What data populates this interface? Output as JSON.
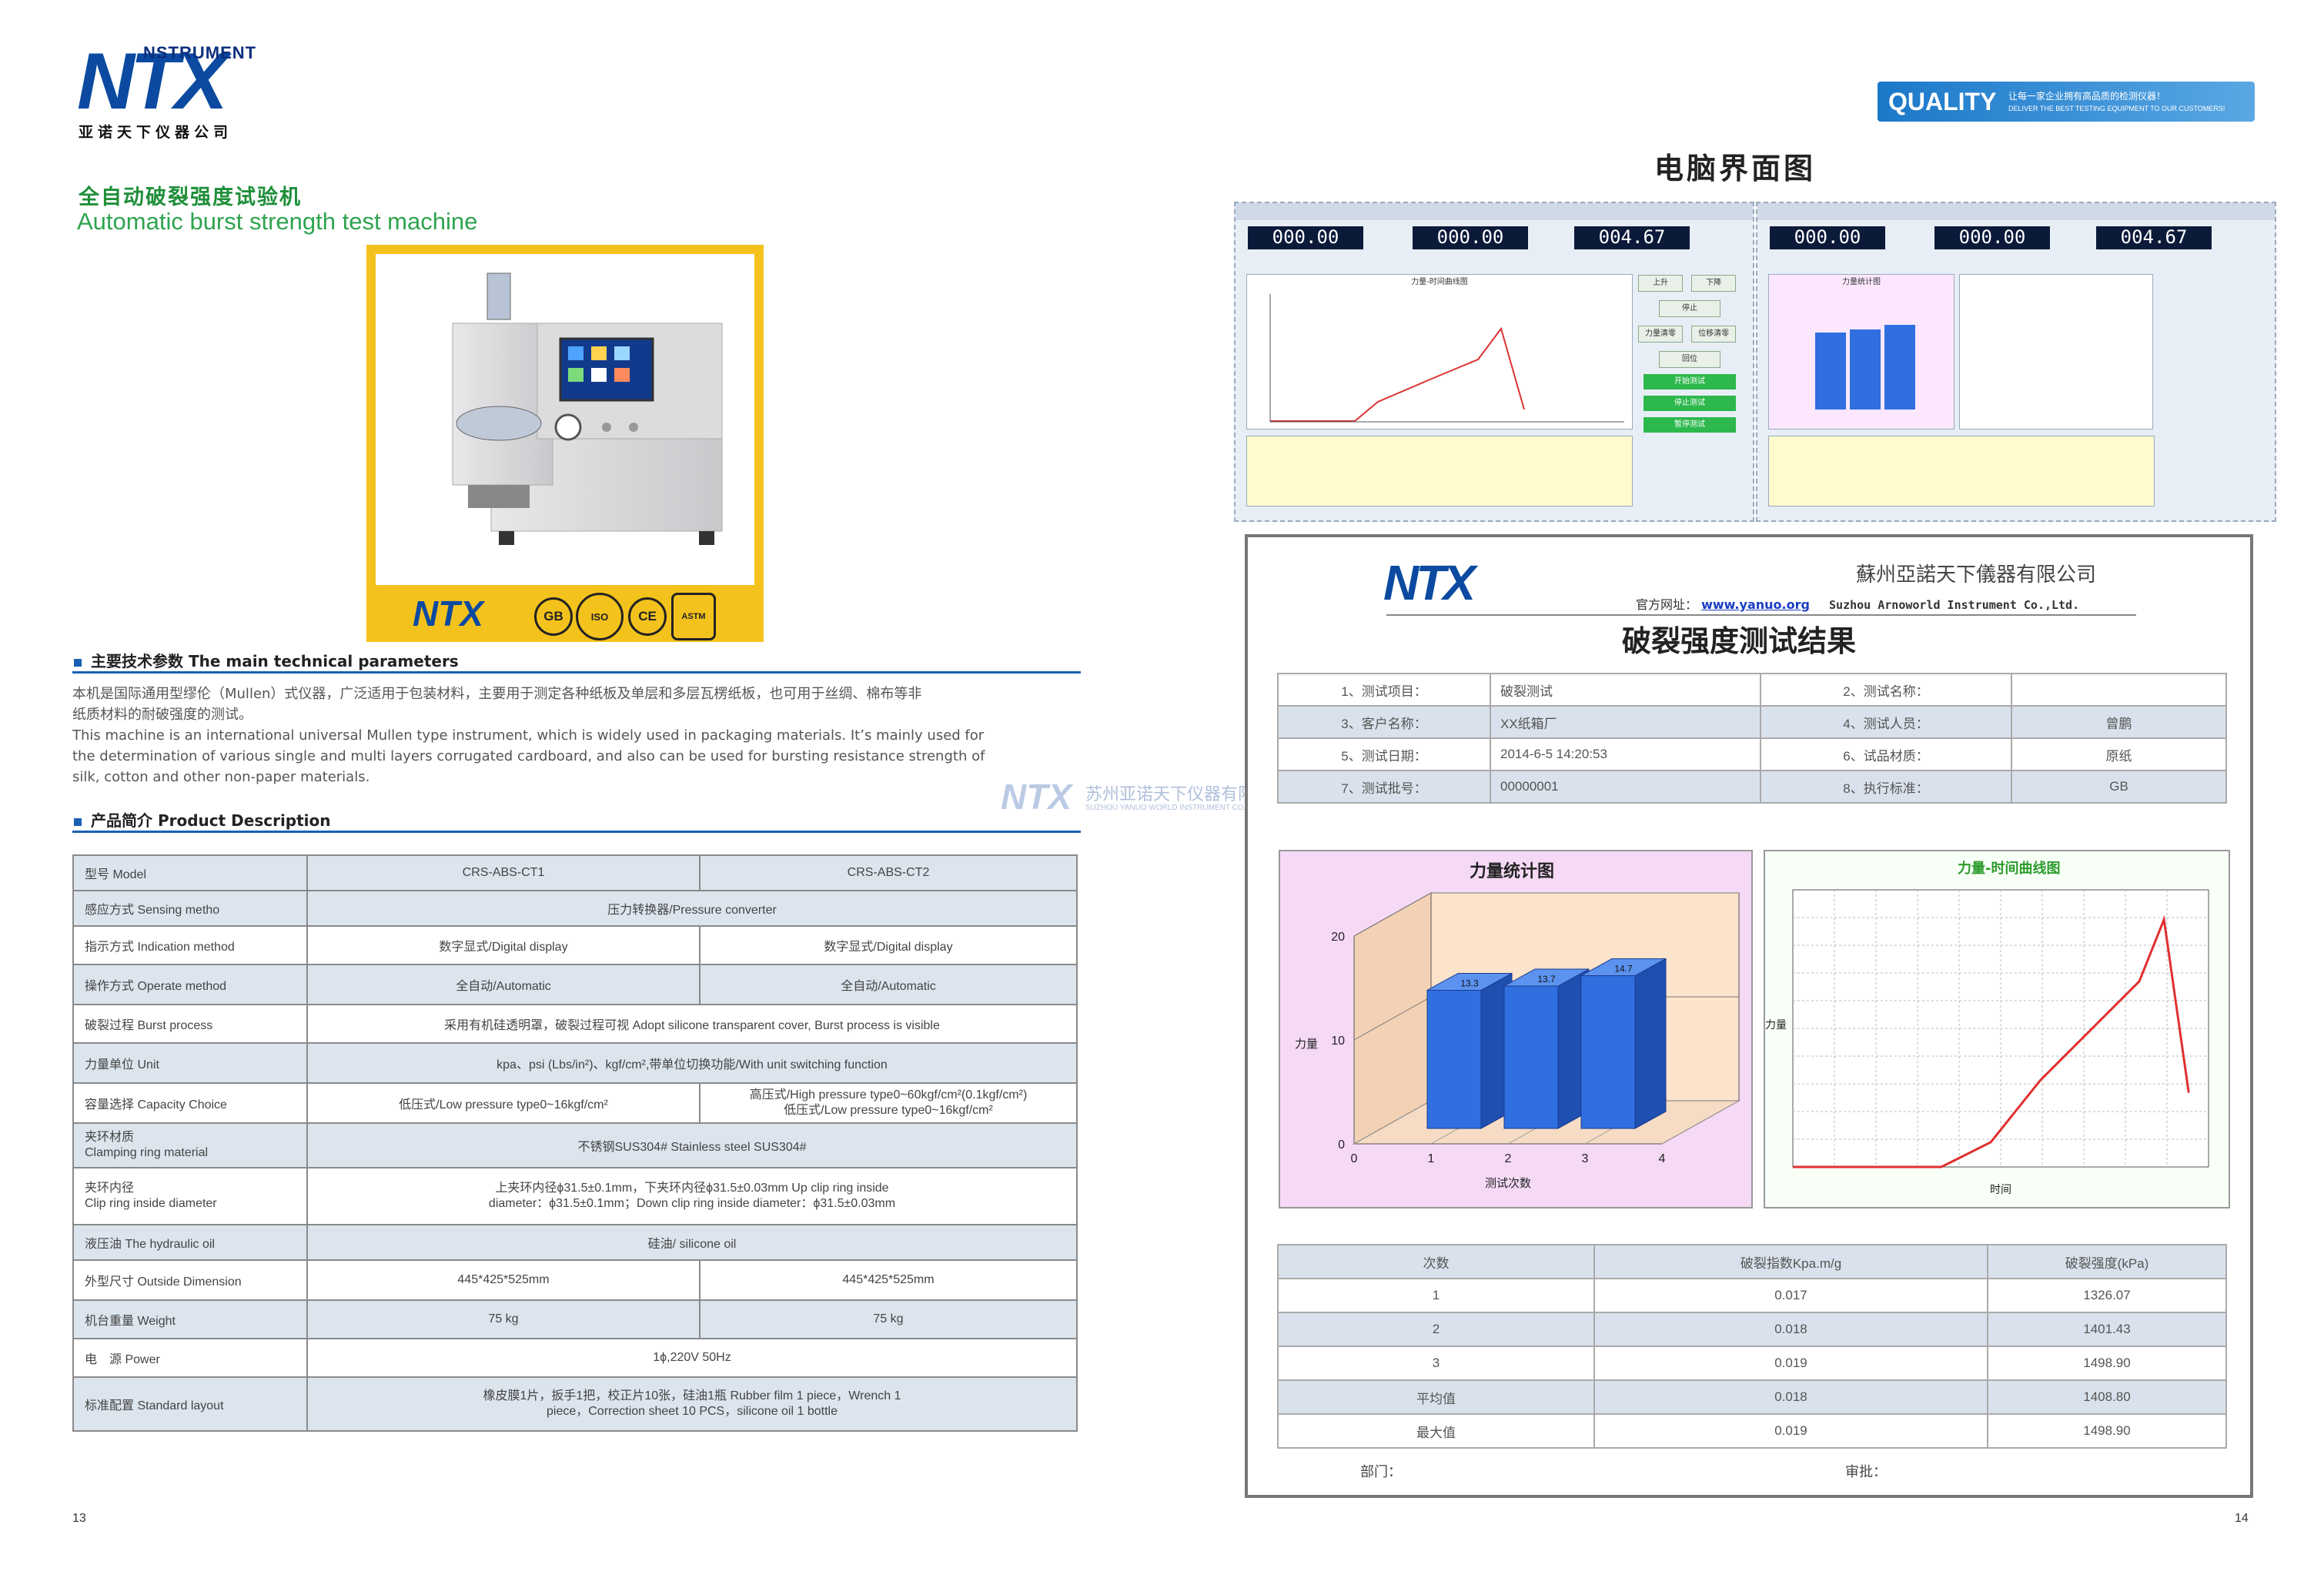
{
  "brand": {
    "instrument": "NSTRUMENT",
    "mark": "NTX",
    "company_cn": "亚诺天下仪器公司"
  },
  "left_page": {
    "title_cn": "全自动破裂强度试验机",
    "title_en": "Automatic burst strength test machine",
    "cert_badges": [
      "GB",
      "ISO",
      "CE",
      "ASTM"
    ],
    "section1": {
      "heading": "主要技术参数 The main technical parameters",
      "para_cn_1": "本机是国际通用型缪伦（Mullen）式仪器，广泛适用于包装材料，主要用于测定各种纸板及单层和多层瓦楞纸板，也可用于丝绸、棉布等非",
      "para_cn_2": "纸质材料的耐破强度的测试。",
      "para_en_1": "This machine is an international universal Mullen type instrument, which is widely used in packaging materials. It’s mainly used for",
      "para_en_2": "the determination of various single and multi layers corrugated cardboard, and also can be used for bursting resistance strength of",
      "para_en_3": "silk, cotton and other non-paper materials."
    },
    "section2": {
      "heading": "产品简介 Product Description"
    },
    "spec_table": {
      "header": {
        "label": "型号 Model",
        "col1": "CRS-ABS-CT1",
        "col2": "CRS-ABS-CT2"
      },
      "rows": [
        {
          "label": "感应方式 Sensing metho",
          "merged": "压力转换器/Pressure converter"
        },
        {
          "label": "指示方式 Indication method",
          "col1": "数字显式/Digital display",
          "col2": "数字显式/Digital display"
        },
        {
          "label": "操作方式 Operate method",
          "col1": "全自动/Automatic",
          "col2": "全自动/Automatic"
        },
        {
          "label": "破裂过程 Burst process",
          "merged": "采用有机硅透明罩，破裂过程可视 Adopt silicone transparent cover, Burst process is visible"
        },
        {
          "label": "力量单位 Unit",
          "merged": "kpa、psi (Lbs/in²)、kgf/cm²,带单位切换功能/With unit switching function"
        },
        {
          "label": "容量选择 Capacity Choice",
          "col1": "低压式/Low pressure type0~16kgf/cm²",
          "col2": "高压式/High pressure type0~60kgf/cm²(0.1kgf/cm²)",
          "col2b": "低压式/Low pressure type0~16kgf/cm²"
        },
        {
          "label": "夹环材质",
          "label2": "Clamping ring material",
          "merged": "不锈钢SUS304# Stainless steel SUS304#"
        },
        {
          "label": "夹环内径",
          "label2": "Clip ring inside diameter",
          "merged": "上夹环内径ϕ31.5±0.1mm，下夹环内径ϕ31.5±0.03mm Up clip ring inside",
          "merged2": "diameter：ϕ31.5±0.1mm；Down clip ring inside diameter：ϕ31.5±0.03mm"
        },
        {
          "label": "液压油 The hydraulic oil",
          "merged": "硅油/ silicone oil"
        },
        {
          "label": "外型尺寸 Outside Dimension",
          "col1": "445*425*525mm",
          "col2": "445*425*525mm"
        },
        {
          "label": "机台重量 Weight",
          "col1": "75 kg",
          "col2": "75 kg"
        },
        {
          "label": "电　源 Power",
          "merged": "1ϕ,220V 50Hz"
        },
        {
          "label": "标准配置 Standard layout",
          "merged": "橡皮膜1片，扳手1把，校正片10张，硅油1瓶 Rubber film 1 piece，Wrench 1",
          "merged2": "piece，Correction sheet 10 PCS，silicone oil 1 bottle"
        }
      ]
    },
    "page_number": "13"
  },
  "watermark": {
    "cn": "苏州亚诺天下仪器有限公司",
    "en": "SUZHOU YANUO WORLD INSTRUMENT CO.,LTD."
  },
  "right_page": {
    "quality": {
      "label": "QUALITY",
      "line1": "让每一家企业拥有高品质的检测仪器！",
      "line2": "DELIVER THE BEST TESTING EQUIPMENT TO OUR CUSTOMERS!"
    },
    "screen_title": "电脑界面图",
    "screens": {
      "readouts": [
        "000.00",
        "000.00",
        "004.67"
      ],
      "left_chart_title": "力量-时间曲线图",
      "right_chart_title": "力量统计图",
      "buttons": [
        "上升",
        "下降",
        "停止",
        "力量清零",
        "位移清零",
        "回位",
        "开始测试",
        "停止测试",
        "暂停测试"
      ]
    },
    "report": {
      "company_cn": "蘇州亞諾天下儀器有限公司",
      "website_label": "官方网址：",
      "website": "www.yanuo.org",
      "company_en": "Suzhou Arnoworld Instrument Co.,Ltd.",
      "title": "破裂强度测试结果",
      "info_rows": [
        [
          "1、测试项目：",
          "破裂测试",
          "2、测试名称：",
          ""
        ],
        [
          "3、客户名称：",
          "XX纸箱厂",
          "4、测试人员：",
          "曾鹏"
        ],
        [
          "5、测试日期：",
          "2014-6-5 14:20:53",
          "6、试品材质：",
          "原纸"
        ],
        [
          "7、测试批号：",
          "00000001",
          "8、执行标准：",
          "GB"
        ]
      ],
      "bar_chart": {
        "title": "力量统计图",
        "ylabel": "力量",
        "xlabel": "测试次数"
      },
      "line_chart": {
        "title": "力量-时间曲线图",
        "ylabel": "力量",
        "xlabel": "时间"
      },
      "results_header": [
        "次数",
        "破裂指数Kpa.m/g",
        "破裂强度(kPa)"
      ],
      "results_rows": [
        [
          "1",
          "0.017",
          "1326.07"
        ],
        [
          "2",
          "0.018",
          "1401.43"
        ],
        [
          "3",
          "0.019",
          "1498.90"
        ],
        [
          "平均值",
          "0.018",
          "1408.80"
        ],
        [
          "最大值",
          "0.019",
          "1498.90"
        ]
      ],
      "dept_label": "部门：",
      "approve_label": "审批："
    },
    "page_number": "14"
  },
  "chart_data": [
    {
      "type": "bar",
      "title": "力量统计图",
      "xlabel": "测试次数",
      "ylabel": "力量",
      "categories": [
        "1",
        "2",
        "3"
      ],
      "values": [
        13.3,
        13.7,
        14.7
      ],
      "xlim": [
        0,
        4
      ],
      "ylim": [
        0,
        20
      ],
      "yticks": [
        0,
        10,
        20
      ],
      "xticks": [
        0,
        1,
        2,
        3,
        4
      ],
      "color": "#2f6fe0"
    },
    {
      "type": "line",
      "title": "力量-时间曲线图",
      "xlabel": "时间",
      "ylabel": "力量",
      "x": [
        0,
        1,
        2,
        3,
        4,
        5,
        6,
        7,
        7.5,
        8
      ],
      "y": [
        0,
        0,
        0,
        0,
        0.1,
        0.35,
        0.55,
        0.75,
        1.0,
        0.3
      ],
      "color": "#e03030"
    }
  ]
}
